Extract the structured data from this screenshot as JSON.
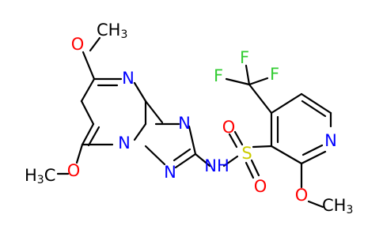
{
  "molecule": {
    "colors": {
      "bond": "#000000",
      "carbon": "#000000",
      "oxygen": "#ff0000",
      "nitrogen": "#0000ff",
      "fluorine": "#33cc33",
      "sulfur": "#cccc00"
    },
    "atoms": {
      "o_methoxy_top": "O",
      "ch3_top": "CH3",
      "n_pyrimidine": "N",
      "n_triazole_right": "N",
      "n_triazole_bottom": "N",
      "n_bridgehead": "N",
      "nh": "NH",
      "o_methoxy_bottom": "O",
      "h3c_bottom": "H3C",
      "s": "S",
      "o_sulfonyl_top": "O",
      "o_sulfonyl_bottom": "O",
      "f_top": "F",
      "f_left": "F",
      "f_right": "F",
      "n_pyridine": "N",
      "o_methoxy_right": "O",
      "ch3_right": "CH3"
    }
  }
}
